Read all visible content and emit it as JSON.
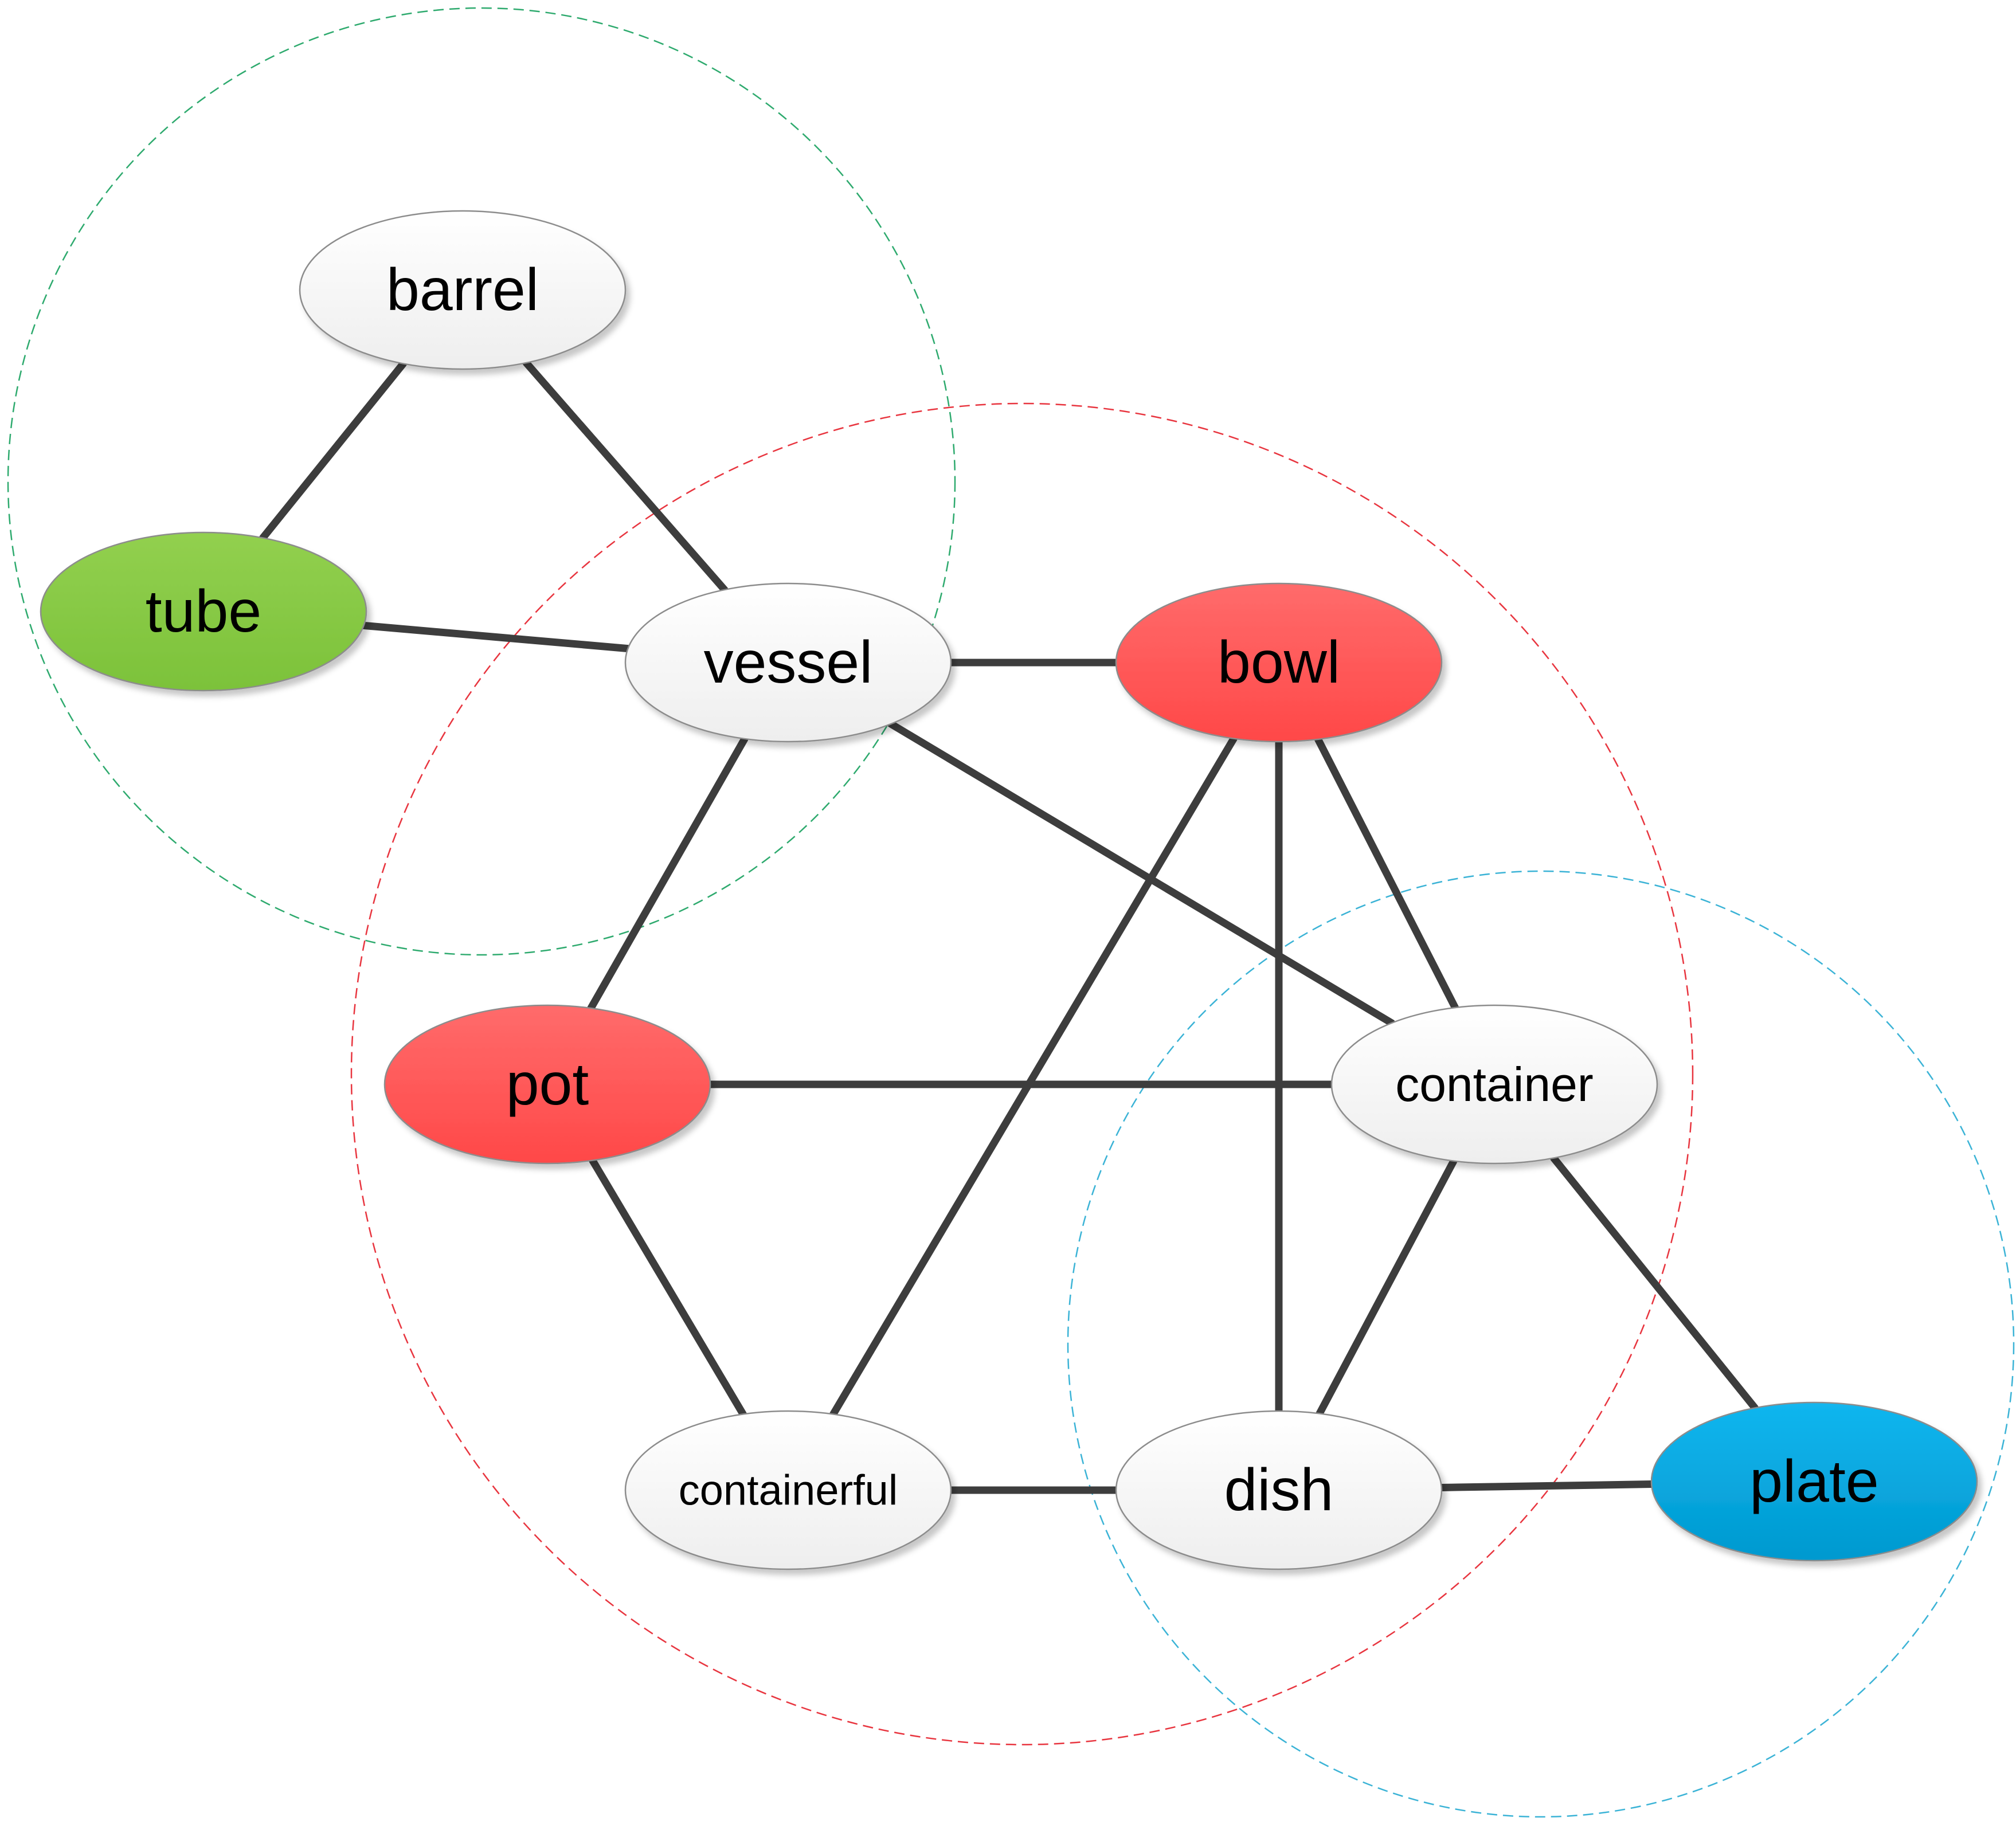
{
  "nodes": [
    {
      "id": "barrel",
      "label": "barrel",
      "color": "white"
    },
    {
      "id": "tube",
      "label": "tube",
      "color": "green"
    },
    {
      "id": "vessel",
      "label": "vessel",
      "color": "white"
    },
    {
      "id": "bowl",
      "label": "bowl",
      "color": "red"
    },
    {
      "id": "pot",
      "label": "pot",
      "color": "red"
    },
    {
      "id": "container",
      "label": "container",
      "color": "white"
    },
    {
      "id": "containerful",
      "label": "containerful",
      "color": "white"
    },
    {
      "id": "dish",
      "label": "dish",
      "color": "white"
    },
    {
      "id": "plate",
      "label": "plate",
      "color": "blue"
    }
  ],
  "edges": [
    [
      "barrel",
      "tube"
    ],
    [
      "barrel",
      "vessel"
    ],
    [
      "tube",
      "vessel"
    ],
    [
      "vessel",
      "bowl"
    ],
    [
      "vessel",
      "pot"
    ],
    [
      "vessel",
      "container"
    ],
    [
      "bowl",
      "containerful"
    ],
    [
      "bowl",
      "dish"
    ],
    [
      "bowl",
      "container"
    ],
    [
      "pot",
      "container"
    ],
    [
      "pot",
      "containerful"
    ],
    [
      "container",
      "dish"
    ],
    [
      "container",
      "plate"
    ],
    [
      "containerful",
      "dish"
    ],
    [
      "dish",
      "plate"
    ]
  ],
  "clusters": [
    {
      "id": "green-cluster",
      "stroke": "#2eaa6e"
    },
    {
      "id": "red-cluster",
      "stroke": "#e8353f"
    },
    {
      "id": "blue-cluster",
      "stroke": "#3bb3d6"
    }
  ],
  "palette": {
    "white": {
      "top": "#ffffff",
      "bottom": "#eeeeee"
    },
    "green": {
      "top": "#92d04f",
      "bottom": "#7cc23a"
    },
    "red": {
      "top": "#ff6b6b",
      "bottom": "#ff4848"
    },
    "blue": {
      "top": "#12b6ef",
      "bottom": "#0099cf"
    }
  }
}
